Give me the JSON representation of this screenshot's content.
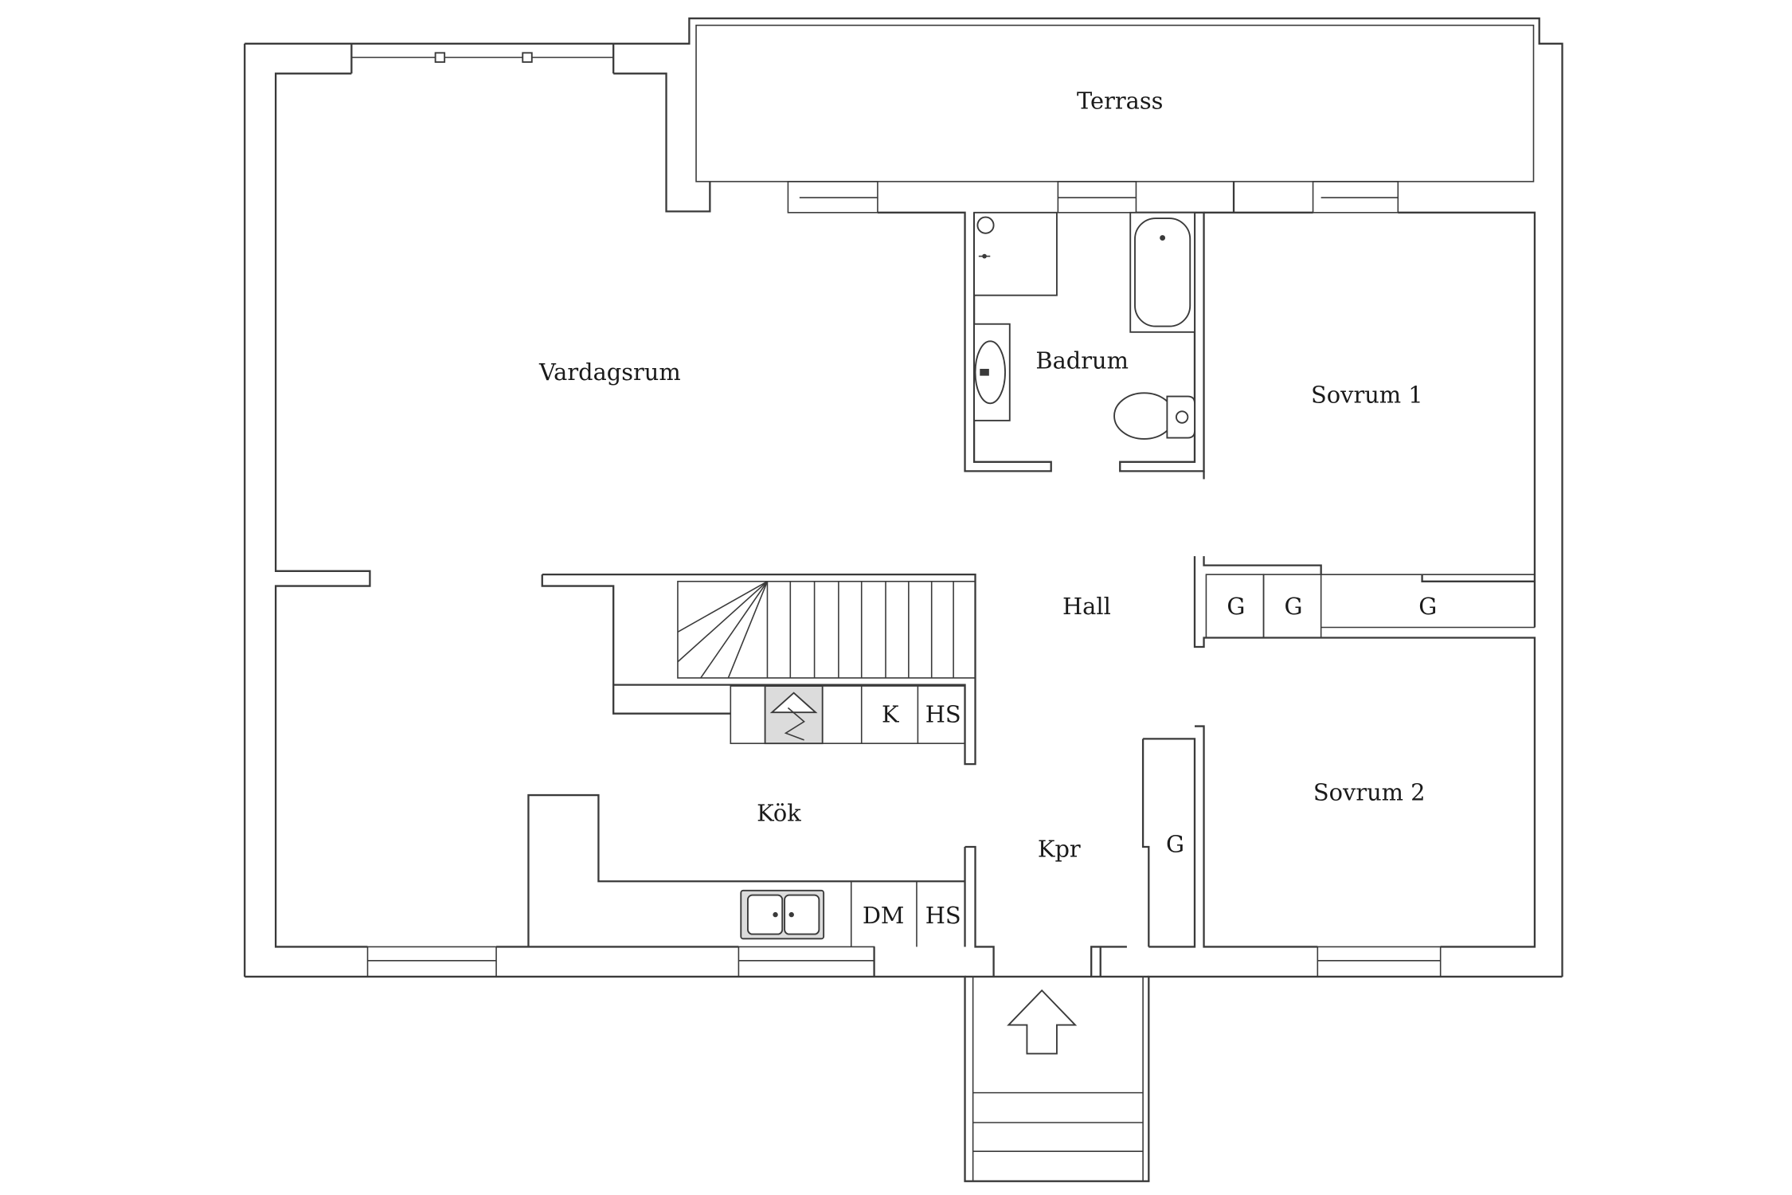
{
  "rooms": {
    "terrace": "Terrass",
    "living": "Vardagsrum",
    "bathroom": "Badrum",
    "bedroom1": "Sovrum 1",
    "hall": "Hall",
    "kitchen": "Kök",
    "corridor": "Kpr",
    "bedroom2": "Sovrum 2"
  },
  "closets": {
    "hall_wardrobe_1": "G",
    "hall_wardrobe_2": "G",
    "hall_wardrobe_3": "G",
    "corridor_wardrobe": "G"
  },
  "appliances": {
    "fridge": "K",
    "upper_tall_cabinet": "HS",
    "dishwasher": "DM",
    "lower_tall_cabinet": "HS"
  },
  "icons": {
    "entrance": "entrance-arrow-icon",
    "sink": "kitchen-sink-icon",
    "stove": "stove-icon",
    "bathtub": "bathtub-icon",
    "shower": "shower-icon",
    "washbasin": "washbasin-icon",
    "toilet": "toilet-icon"
  },
  "colors": {
    "wall": "#3a3a3a",
    "background": "#ffffff",
    "fixture_fill": "#dcdcdc"
  }
}
